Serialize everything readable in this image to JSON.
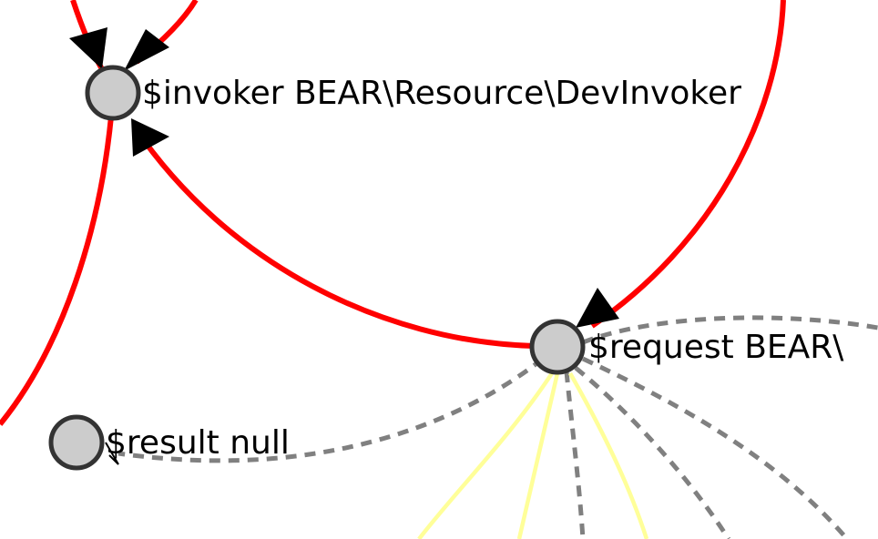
{
  "graph": {
    "colors": {
      "strong_edge": "#ff0000",
      "dashed_edge": "#808080",
      "light_edge": "#ffff99",
      "node_fill": "#cccccc",
      "node_stroke": "#333333",
      "arrow": "#000000"
    },
    "nodes": [
      {
        "id": "invoker",
        "label": "$invoker BEAR\\Resource\\DevInvoker"
      },
      {
        "id": "request",
        "label": "$request BEAR\\"
      },
      {
        "id": "result",
        "label": "$result null"
      }
    ]
  }
}
